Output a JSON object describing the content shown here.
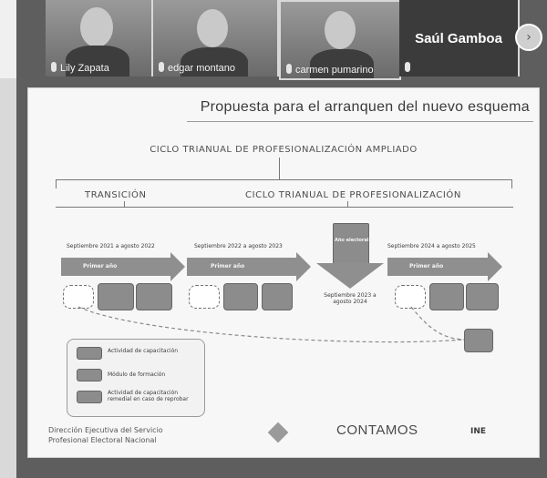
{
  "participants": [
    {
      "name": "Lily Zapata"
    },
    {
      "name": "edgar montano"
    },
    {
      "name": "carmen pumarino"
    }
  ],
  "active_speaker": {
    "name": "Saúl Gamboa"
  },
  "next_icon": "chevron-right-icon",
  "slide": {
    "title": "Propuesta para el arranquen del nuevo esquema",
    "main_title": "CICLO TRIANUAL DE PROFESIONALIZACIÓN AMPLIADO",
    "transition_label": "TRANSICIÓN",
    "cycle_label": "CICLO TRIANUAL DE PROFESIONALIZACIÓN",
    "periods": [
      {
        "dates": "Septiembre 2021 a agosto 2022",
        "arrow": "Primer año"
      },
      {
        "dates": "Septiembre 2022 a agosto 2023",
        "arrow": "Primer año"
      },
      {
        "dates": "Septiembre 2023 a agosto 2024",
        "arrow": "Año electoral"
      },
      {
        "dates": "Septiembre 2024 a agosto 2025",
        "arrow": "Primer año"
      }
    ],
    "legend": [
      {
        "text": "Actividad de capacitación"
      },
      {
        "text": "Módulo de formación"
      },
      {
        "text": "Actividad de capacitación remedial en caso de reprobar"
      }
    ],
    "footer_org": "Dirección Ejecutiva del Servicio Profesional Electoral Nacional",
    "footer_brand": "CONTAMOS",
    "footer_ine": "INE"
  },
  "colors": {
    "window_bg": "#5e5e5e",
    "slide_bg": "#f7f7f7",
    "shape_gray": "#8f8f8f"
  }
}
